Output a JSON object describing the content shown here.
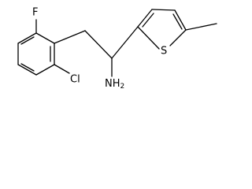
{
  "structure": {
    "atoms": {
      "fluorine": "F",
      "chlorine": "Cl",
      "amine": "NH",
      "amine_subscript": "2",
      "sulfur": "S"
    },
    "colors": {
      "bond": "#000000",
      "label": "#000000",
      "background": "#ffffff"
    }
  }
}
